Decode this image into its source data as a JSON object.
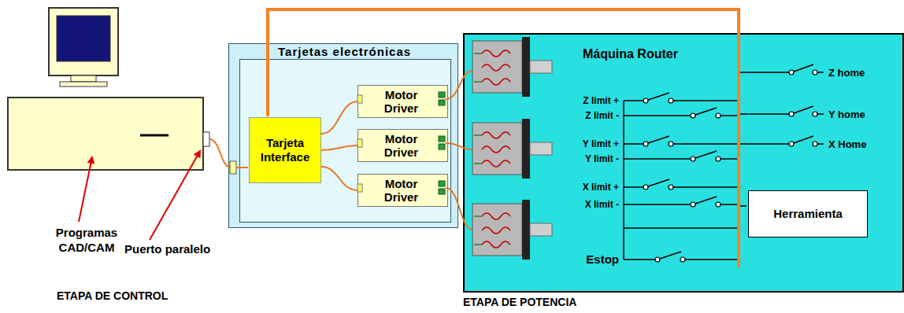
{
  "diagram": {
    "nodes": [
      {
        "text": [
          "Tarjetas electrónicas"
        ]
      },
      {
        "text": [
          "Tarjeta Interface"
        ],
        "in": 0
      },
      {
        "text": [
          "Motor Driver"
        ],
        "in": 0
      },
      {
        "text": [
          "Motor Driver"
        ],
        "in": 0
      },
      {
        "text": [
          "Motor Driver"
        ],
        "in": 0
      },
      {
        "text": [
          "Máquina Router"
        ]
      },
      {
        "text": [
          "Herramienta"
        ],
        "in": 5
      }
    ],
    "edges": [
      {
        "from": 1,
        "to": 2,
        "arrow": "none"
      },
      {
        "from": 1,
        "to": 3,
        "arrow": "none"
      },
      {
        "from": 1,
        "to": 4,
        "arrow": "none"
      }
    ],
    "labels": [
      "Programas CAD/CAM",
      "Puerto paralelo",
      "ETAPA DE CONTROL",
      "ETAPA DE POTENCIA",
      "Z limit +",
      "Z limit -",
      "Y limit +",
      "Y limit -",
      "X limit +",
      "X limit -",
      "Estop",
      "Z home",
      "Y home",
      "X Home"
    ]
  }
}
